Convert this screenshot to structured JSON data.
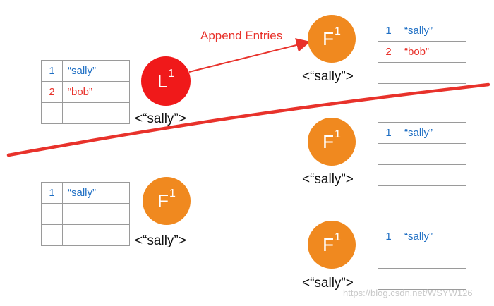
{
  "edge_label": "Append Entries",
  "watermark": "https://blog.csdn.net/WSYW126",
  "colors": {
    "leader": "#f0191a",
    "follower": "#f0891f",
    "term1_entry": "#1f6fc4",
    "term2_entry": "#e8322b",
    "partition_line": "#e8322b"
  },
  "nodes": [
    {
      "id": "leader",
      "letter": "L",
      "term": "1",
      "state": "<“sally”>",
      "log": [
        {
          "index": "1",
          "value": "“sally”"
        },
        {
          "index": "2",
          "value": "“bob”"
        },
        {
          "index": "",
          "value": ""
        }
      ]
    },
    {
      "id": "follower-top",
      "letter": "F",
      "term": "1",
      "state": "<“sally”>",
      "log": [
        {
          "index": "1",
          "value": "“sally”"
        },
        {
          "index": "2",
          "value": "“bob”"
        },
        {
          "index": "",
          "value": ""
        }
      ]
    },
    {
      "id": "follower-left",
      "letter": "F",
      "term": "1",
      "state": "<“sally”>",
      "log": [
        {
          "index": "1",
          "value": "“sally”"
        },
        {
          "index": "",
          "value": ""
        },
        {
          "index": "",
          "value": ""
        }
      ]
    },
    {
      "id": "follower-mid",
      "letter": "F",
      "term": "1",
      "state": "<“sally”>",
      "log": [
        {
          "index": "1",
          "value": "“sally”"
        },
        {
          "index": "",
          "value": ""
        },
        {
          "index": "",
          "value": ""
        }
      ]
    },
    {
      "id": "follower-bottom",
      "letter": "F",
      "term": "1",
      "state": "<“sally”>",
      "log": [
        {
          "index": "1",
          "value": "“sally”"
        },
        {
          "index": "",
          "value": ""
        },
        {
          "index": "",
          "value": ""
        }
      ]
    }
  ]
}
